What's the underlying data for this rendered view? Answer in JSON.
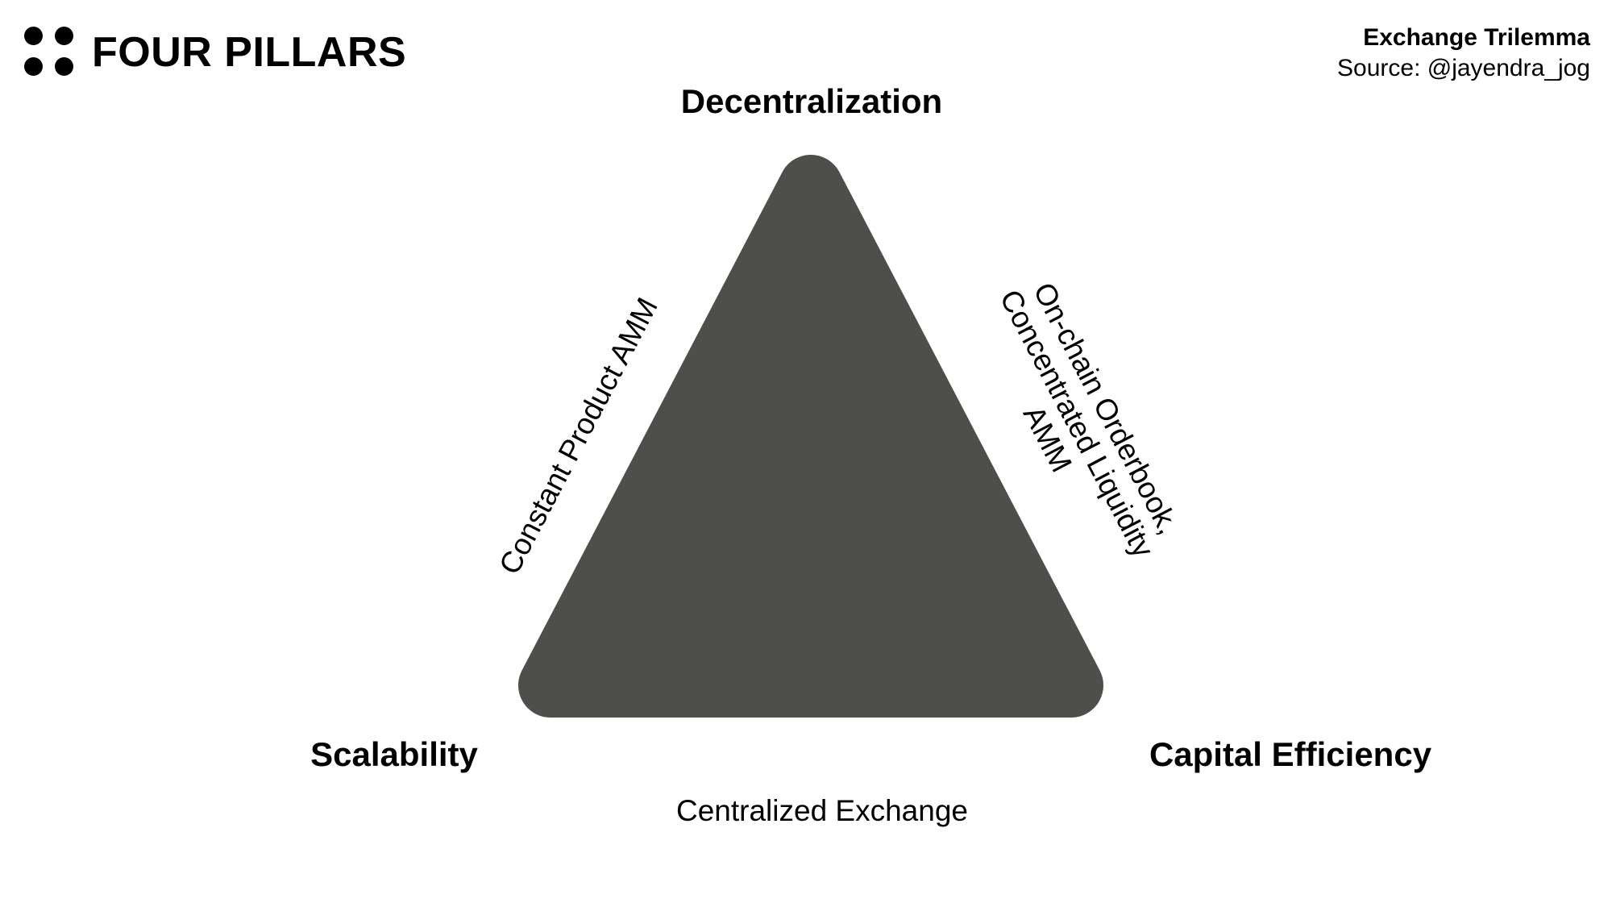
{
  "brand": {
    "name": "FOUR PILLARS",
    "logo_icon": "four-dots-icon"
  },
  "header": {
    "title": "Exchange Trilemma",
    "source": "Source: @jayendra_jog"
  },
  "diagram": {
    "colors": {
      "fill": "#4e4f4b",
      "ring": "#4e4f4b",
      "gap": "#ffffff"
    },
    "vertices": {
      "top": "Decentralization",
      "left": "Scalability",
      "right": "Capital Efficiency"
    },
    "edges": {
      "left": "Constant Product AMM",
      "right_lines": [
        "On-chain Orderbook,",
        "Concentrated Liquidity",
        "AMM"
      ],
      "bottom": "Centralized Exchange"
    }
  }
}
